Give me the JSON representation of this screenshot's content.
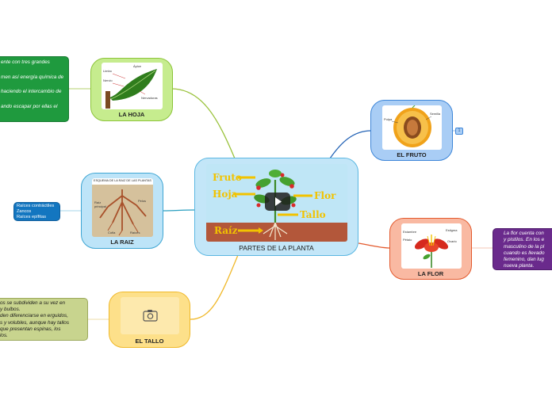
{
  "central": {
    "label": "PARTES DE LA PLANTA"
  },
  "video": {
    "words": {
      "fruto": "Fruto",
      "hoja": "Hoja",
      "flor": "Flor",
      "tallo": "Tallo",
      "raiz": "Raíz"
    }
  },
  "branches": {
    "hoja": {
      "label": "LA HOJA",
      "note_lines": [
        "ente con tres grandes",
        "men así energía química de",
        "haciendo el intercambio de",
        "",
        "ando escapar por ellas el"
      ]
    },
    "raiz": {
      "label": "LA RAIZ",
      "image_title": "ESQUEMA DE LA RAIZ DE LAS PLANTAS",
      "note_lines": [
        "Raíces contráctiles",
        "Zancos",
        "Raíces epífitas"
      ]
    },
    "tallo": {
      "label": "EL TALLO",
      "note_lines": [
        "os se subdividen a su vez en",
        "y bulbos.",
        "den diferenciarse en erguidos,",
        "s y volubles, aunque hay tallos",
        "que presentan espinas, los",
        "los."
      ]
    },
    "fruto": {
      "label": "EL FRUTO",
      "badge": "1"
    },
    "flor": {
      "label": "LA FLOR",
      "note_lines": [
        "La flor cuenta con",
        "y pistilos. En los e",
        "masculino de la pl",
        "cuando es llevado",
        "femenino, dan lug",
        "nueva planta."
      ]
    }
  },
  "colors": {
    "hoja": "#c6ec8e",
    "raiz": "#bde4f8",
    "tallo": "#fde08a",
    "fruto": "#a9cdf5",
    "flor": "#f9b9a2",
    "central": "#c3e6f8",
    "link_hoja": "#9ac23c",
    "link_raiz": "#2a9fc0",
    "link_tallo": "#f0b829",
    "link_fruto": "#2564b6",
    "link_flor": "#e35a2e"
  }
}
